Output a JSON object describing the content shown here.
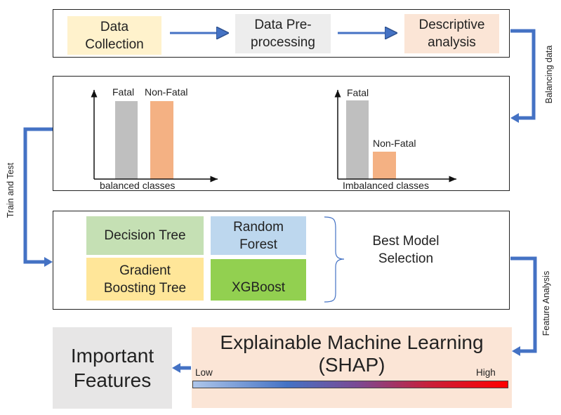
{
  "pipeline": {
    "data_collection": "Data\nCollection",
    "preprocessing": "Data Pre-\nprocessing",
    "descriptive": "Descriptive\nanalysis"
  },
  "side_labels": {
    "balancing": "Balancing data",
    "train_test": "Train and Test",
    "feature_analysis": "Feature Analysis"
  },
  "balanced_chart": {
    "bar1_label": "Fatal",
    "bar2_label": "Non-Fatal",
    "caption": "balanced classes",
    "values": [
      1.0,
      1.0
    ]
  },
  "imbalanced_chart": {
    "bar1_label": "Fatal",
    "bar2_label": "Non-Fatal",
    "caption": "Imbalanced classes",
    "values": [
      1.0,
      0.35
    ]
  },
  "models": {
    "decision_tree": "Decision Tree",
    "random_forest": "Random\nForest",
    "gradient_boosting": "Gradient\nBoosting Tree",
    "xgboost": "XGBoost",
    "best_model": "Best Model\nSelection"
  },
  "shap": {
    "title": "Explainable Machine Learning\n(SHAP)",
    "low": "Low",
    "high": "High"
  },
  "important_features": "Important\nFeatures",
  "colors": {
    "arrow": "#4472c4",
    "bar_gray": "#bfbfbf",
    "bar_orange": "#f4b183",
    "data_collection_bg": "#fff2cc",
    "preprocessing_bg": "#ededed",
    "descriptive_bg": "#fbe5d6",
    "decision_tree_bg": "#c5e0b4",
    "random_forest_bg": "#bdd7ee",
    "gradient_bg": "#ffe699",
    "xgboost_bg": "#92d050",
    "shap_bg": "#fbe5d6",
    "important_bg": "#e7e6e6"
  }
}
